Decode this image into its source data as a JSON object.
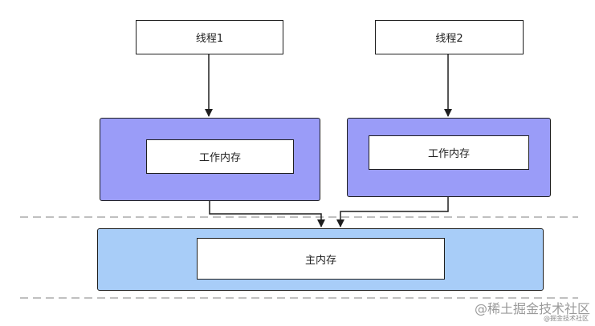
{
  "diagram": {
    "threads": [
      {
        "label": "线程1"
      },
      {
        "label": "线程2"
      }
    ],
    "work_memory": [
      {
        "label": "工作内存"
      },
      {
        "label": "工作内存"
      }
    ],
    "main_memory": {
      "label": "主内存"
    }
  },
  "colors": {
    "work_memory_fill": "#9a9cf8",
    "main_memory_fill": "#a8cdf8",
    "stroke": "#1f1f1f",
    "dashed_line": "#9a9a9a"
  },
  "watermark": {
    "main": "@稀土掘金技术社区",
    "sub": "@掘金技术社区"
  }
}
